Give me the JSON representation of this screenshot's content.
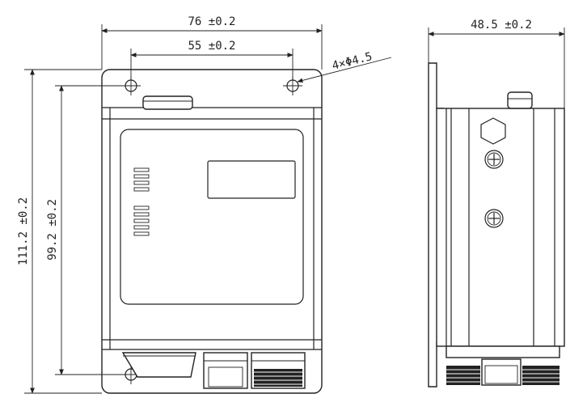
{
  "dimensions": {
    "width_total": "76 ±0.2",
    "hole_spacing_horizontal": "55 ±0.2",
    "height_total": "111.2 ±0.2",
    "hole_spacing_vertical": "99.2 ±0.2",
    "depth": "48.5 ±0.2",
    "holes": "4×Φ4.5"
  },
  "colors": {
    "line": "#222222",
    "background": "#ffffff"
  },
  "views": [
    "front-view",
    "side-view"
  ]
}
